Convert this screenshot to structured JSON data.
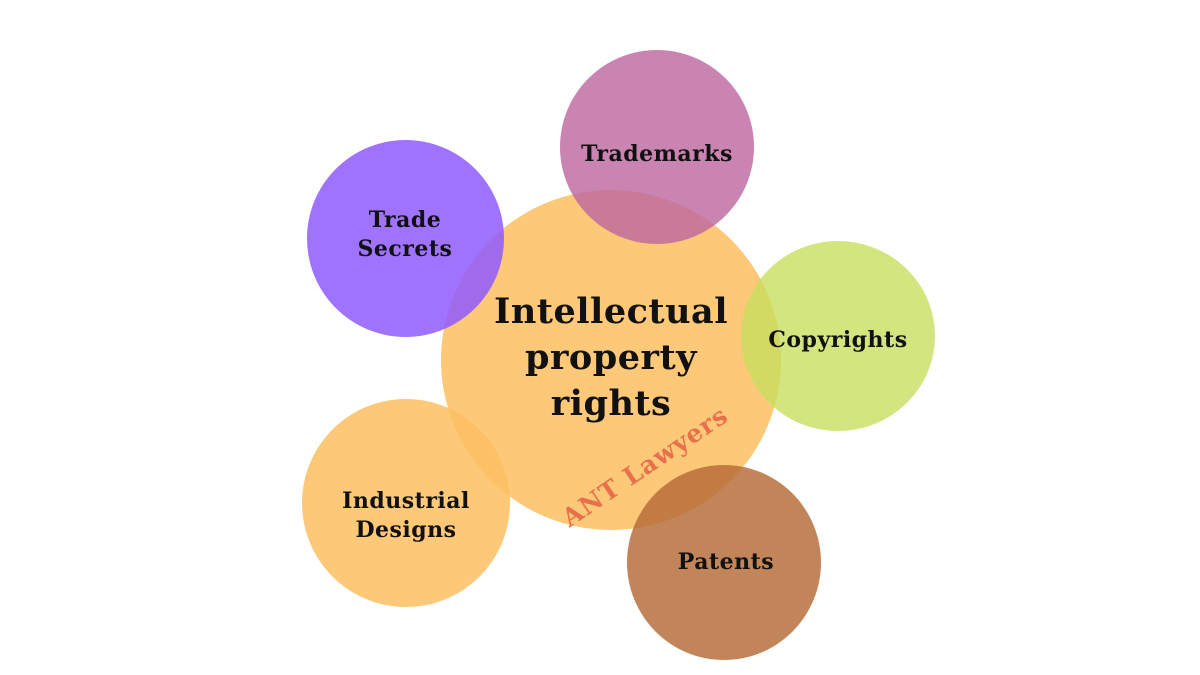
{
  "diagram": {
    "type": "bubble-cluster",
    "center": {
      "label": "Intellectual\nproperty\nrights",
      "color": "#fdbf61",
      "opacity": 0.85
    },
    "watermark": {
      "text": "ANT Lawyers",
      "color": "#e8704a"
    },
    "nodes": [
      {
        "id": "trade-secrets",
        "label": "Trade\nSecrets",
        "color": "#9966ff",
        "opacity": 0.9
      },
      {
        "id": "trademarks",
        "label": "Trademarks",
        "color": "#c57aa8",
        "opacity": 0.9
      },
      {
        "id": "copyrights",
        "label": "Copyrights",
        "color": "#cde070",
        "opacity": 0.85
      },
      {
        "id": "industrial-designs",
        "label": "Industrial\nDesigns",
        "color": "#fdbf61",
        "opacity": 0.85
      },
      {
        "id": "patents",
        "label": "Patents",
        "color": "#b8733f",
        "opacity": 0.85
      }
    ]
  }
}
